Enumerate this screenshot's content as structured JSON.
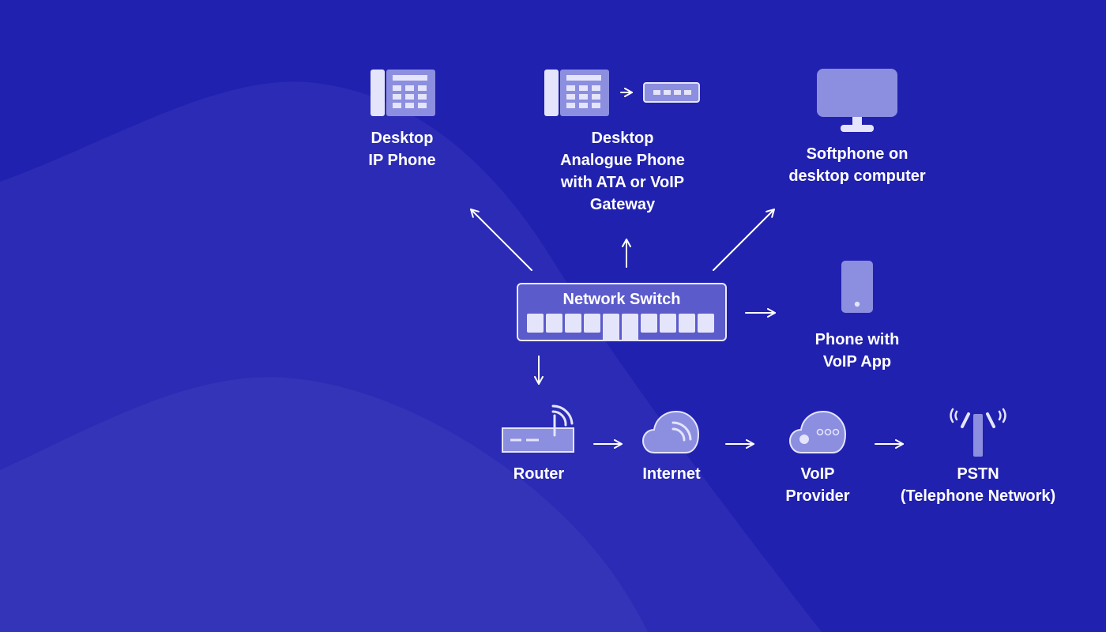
{
  "diagram": {
    "colors": {
      "background": "#2121b0",
      "shape_light": "#2d2db8",
      "icon_fill": "#8c8ee0",
      "icon_light": "#e4e4fb",
      "text": "#ffffff"
    },
    "nodes": {
      "desktop_ip_phone": {
        "icon": "desk-phone-icon",
        "lines": [
          "Desktop",
          "IP Phone"
        ]
      },
      "analogue_phone": {
        "icon": "desk-phone-with-ata-icon",
        "lines": [
          "Desktop",
          "Analogue Phone",
          "with ATA or VoIP",
          "Gateway"
        ]
      },
      "softphone": {
        "icon": "monitor-icon",
        "lines": [
          "Softphone on",
          "desktop computer"
        ]
      },
      "mobile_phone": {
        "icon": "smartphone-icon",
        "lines": [
          "Phone with",
          "VoIP App"
        ]
      },
      "network_switch": {
        "icon": "switch-icon",
        "label": "Network Switch",
        "port_count": 10
      },
      "router": {
        "icon": "router-icon",
        "lines": [
          "Router"
        ]
      },
      "internet": {
        "icon": "cloud-icon",
        "lines": [
          "Internet"
        ]
      },
      "voip_provider": {
        "icon": "cloud-provider-icon",
        "lines": [
          "VoIP",
          "Provider"
        ]
      },
      "pstn": {
        "icon": "antenna-icon",
        "lines": [
          "PSTN",
          "(Telephone Network)"
        ]
      }
    },
    "edges": [
      {
        "from": "network_switch",
        "to": "desktop_ip_phone"
      },
      {
        "from": "network_switch",
        "to": "analogue_phone"
      },
      {
        "from": "network_switch",
        "to": "softphone"
      },
      {
        "from": "network_switch",
        "to": "mobile_phone"
      },
      {
        "from": "network_switch",
        "to": "router"
      },
      {
        "from": "router",
        "to": "internet"
      },
      {
        "from": "internet",
        "to": "voip_provider"
      },
      {
        "from": "voip_provider",
        "to": "pstn"
      }
    ]
  }
}
